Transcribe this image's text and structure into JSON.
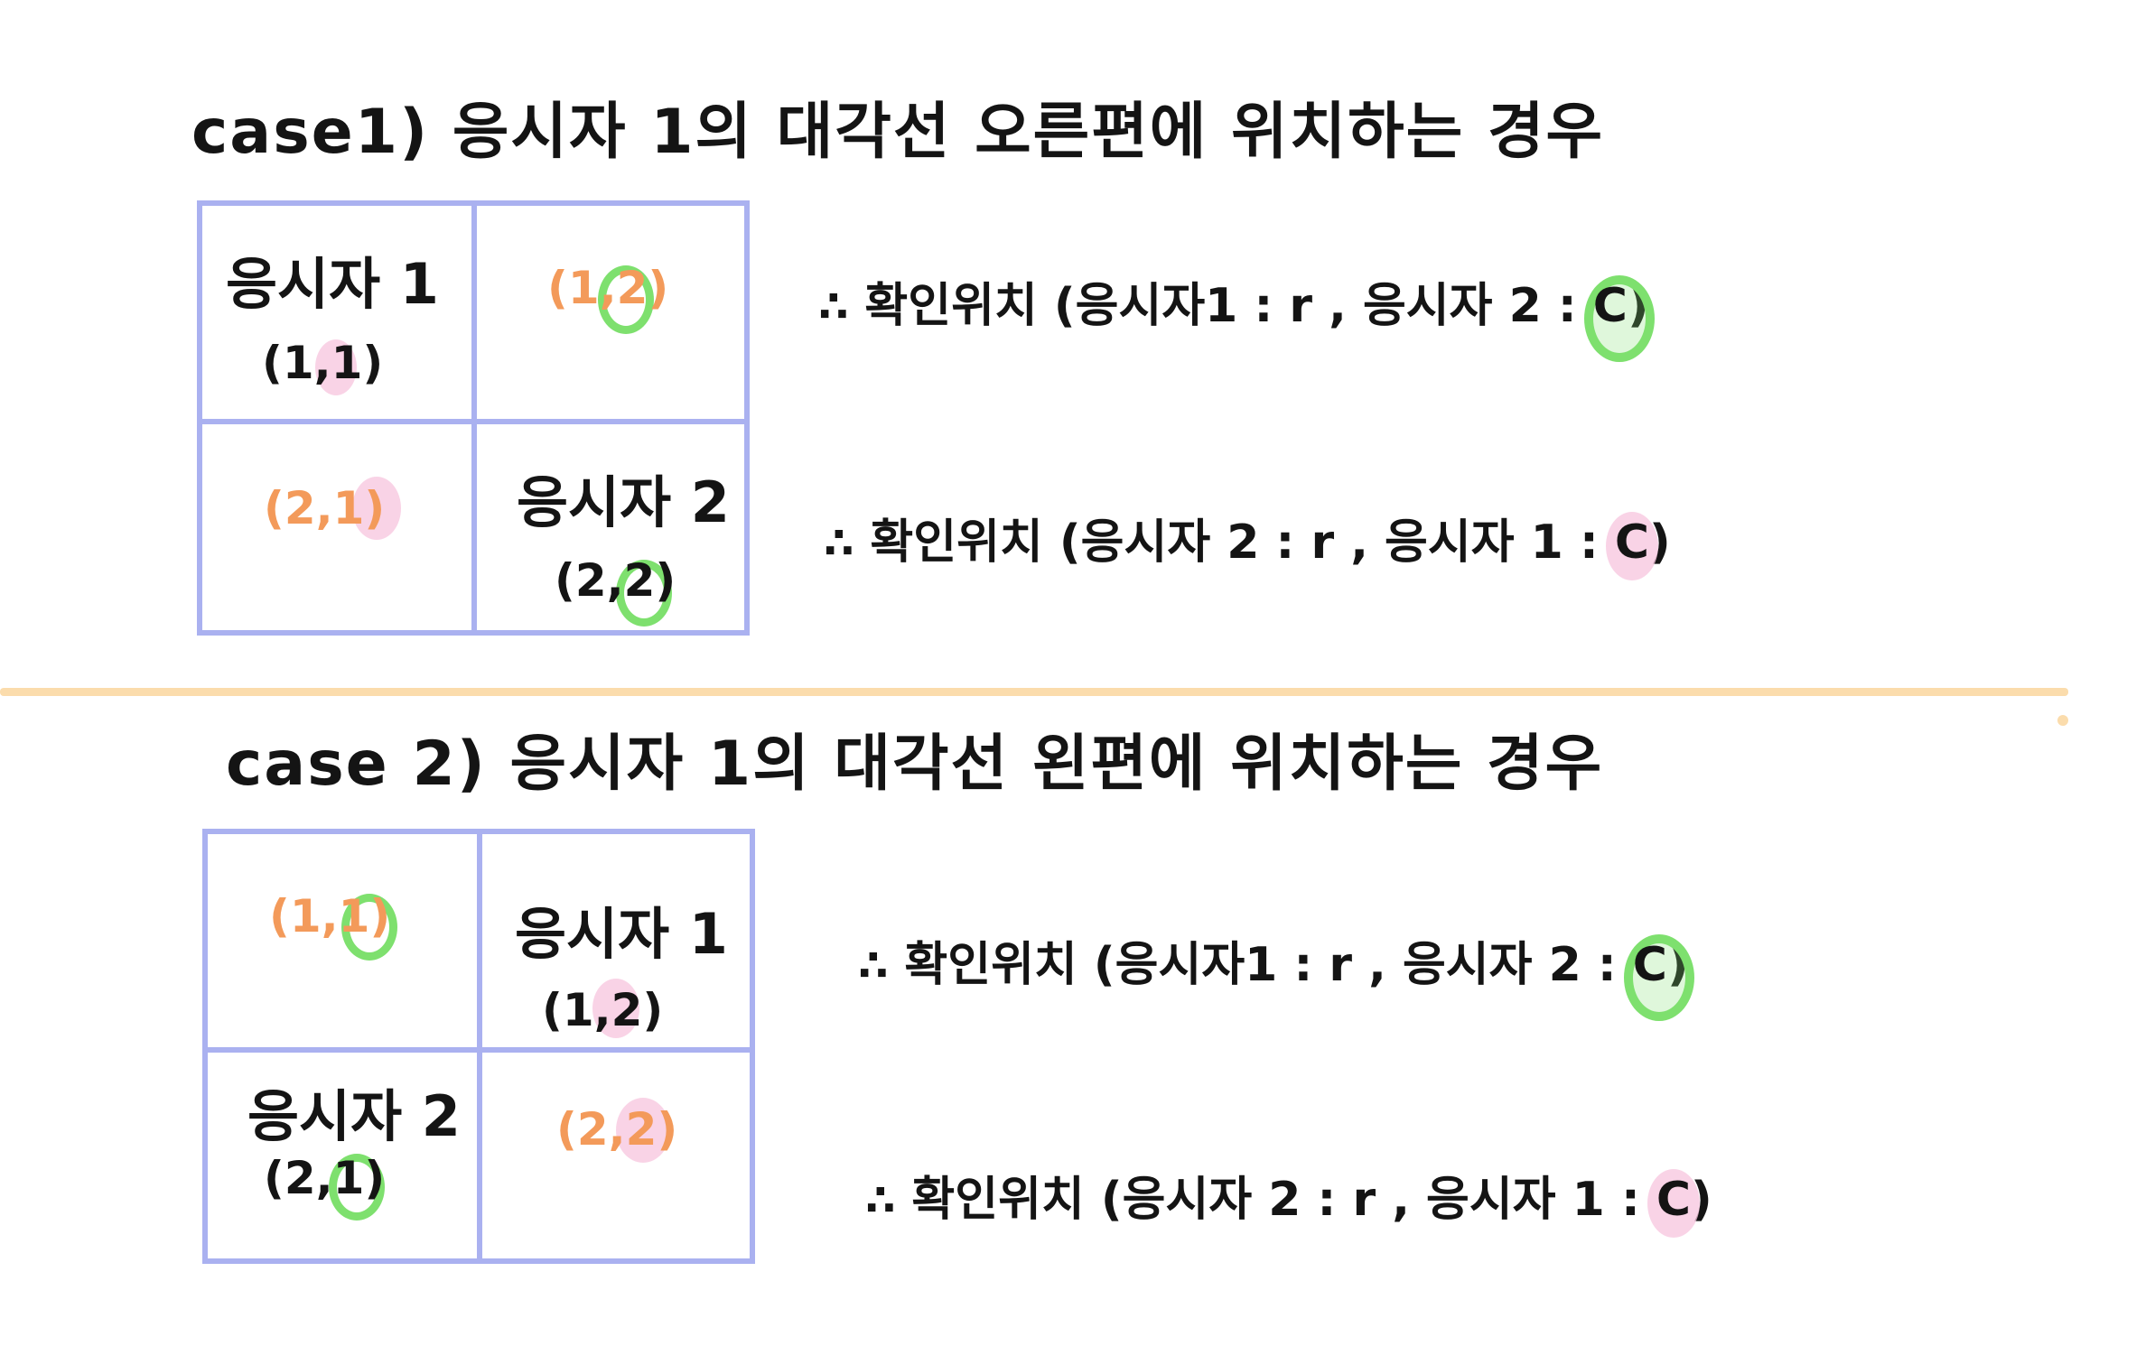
{
  "case1": {
    "title": "case1) 응시자 1의 대각선 오른편에 위치하는 경우",
    "cells": {
      "top_left_name": "응시자 1",
      "top_left_coord": "(1,1)",
      "top_right_coord": "(1,2)",
      "bottom_left_coord": "(2,1)",
      "bottom_right_name": "응시자 2",
      "bottom_right_coord": "(2,2)"
    },
    "results": [
      {
        "therefore": "∴",
        "text": "확인위치 (응시자1 : r , 응시자 2 :",
        "mark": "C",
        "close": ")",
        "highlight": "green"
      },
      {
        "therefore": "∴",
        "text": "확인위치 (응시자 2 : r , 응시자 1 :",
        "mark": "C",
        "close": ")",
        "highlight": "pink"
      }
    ]
  },
  "case2": {
    "title": "case 2) 응시자 1의 대각선 왼편에 위치하는 경우",
    "cells": {
      "top_left_coord": "(1,1)",
      "top_right_name": "응시자 1",
      "top_right_coord": "(1,2)",
      "bottom_left_name": "응시자 2",
      "bottom_left_coord": "(2,1)",
      "bottom_right_coord": "(2,2)"
    },
    "results": [
      {
        "therefore": "∴",
        "text": "확인위치 (응시자1 : r , 응시자 2 :",
        "mark": "C",
        "close": ")",
        "highlight": "green"
      },
      {
        "therefore": "∴",
        "text": "확인위치 (응시자 2 : r , 응시자 1 :",
        "mark": "C",
        "close": ")",
        "highlight": "pink"
      }
    ]
  },
  "colors": {
    "grid": "#aab1f0",
    "coordinate_text": "#f39a5a",
    "highlight_green": "#7ee06e",
    "highlight_pink": "#f7c4de",
    "divider": "#fbdcac",
    "ink": "#141414"
  }
}
